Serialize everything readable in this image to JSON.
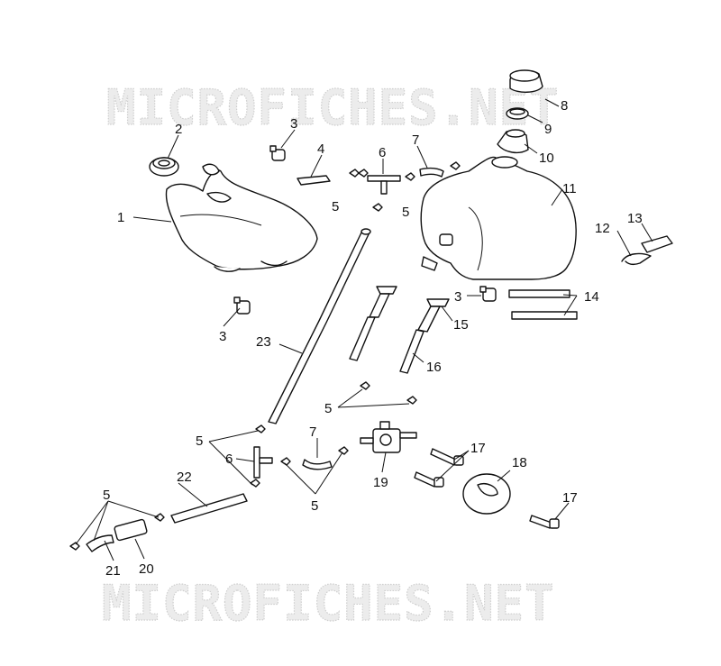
{
  "watermark": {
    "text": "MICROFICHES.NET"
  },
  "callouts": [
    {
      "id": "1",
      "label": "1"
    },
    {
      "id": "2",
      "label": "2"
    },
    {
      "id": "3a",
      "label": "3"
    },
    {
      "id": "3b",
      "label": "3"
    },
    {
      "id": "3c",
      "label": "3"
    },
    {
      "id": "4",
      "label": "4"
    },
    {
      "id": "5a",
      "label": "5"
    },
    {
      "id": "5b",
      "label": "5"
    },
    {
      "id": "5c",
      "label": "5"
    },
    {
      "id": "5d",
      "label": "5"
    },
    {
      "id": "5e",
      "label": "5"
    },
    {
      "id": "5f",
      "label": "5"
    },
    {
      "id": "6a",
      "label": "6"
    },
    {
      "id": "6b",
      "label": "6"
    },
    {
      "id": "7a",
      "label": "7"
    },
    {
      "id": "7b",
      "label": "7"
    },
    {
      "id": "8",
      "label": "8"
    },
    {
      "id": "9",
      "label": "9"
    },
    {
      "id": "10",
      "label": "10"
    },
    {
      "id": "11",
      "label": "11"
    },
    {
      "id": "12",
      "label": "12"
    },
    {
      "id": "13",
      "label": "13"
    },
    {
      "id": "14",
      "label": "14"
    },
    {
      "id": "15",
      "label": "15"
    },
    {
      "id": "16",
      "label": "16"
    },
    {
      "id": "17a",
      "label": "17"
    },
    {
      "id": "17b",
      "label": "17"
    },
    {
      "id": "18",
      "label": "18"
    },
    {
      "id": "19",
      "label": "19"
    },
    {
      "id": "20",
      "label": "20"
    },
    {
      "id": "21",
      "label": "21"
    },
    {
      "id": "22",
      "label": "22"
    },
    {
      "id": "23",
      "label": "23"
    }
  ]
}
